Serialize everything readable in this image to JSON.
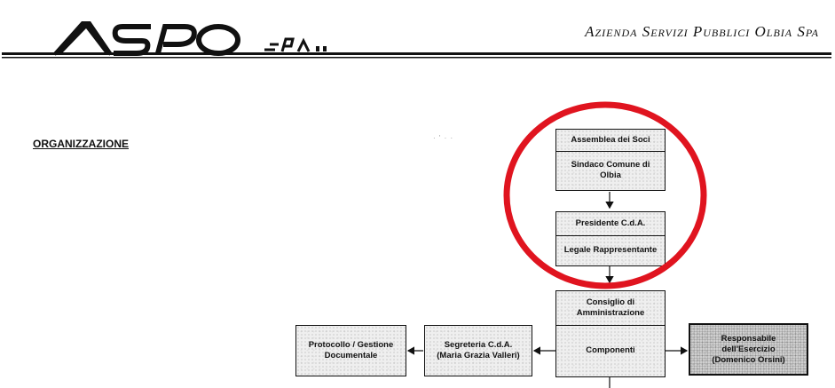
{
  "header": {
    "logo_text": "ASPO SpA",
    "company_name": "Azienda Servizi Pubblici Olbia Spa"
  },
  "section": {
    "title": "ORGANIZZAZIONE"
  },
  "org_chart": {
    "assemblea": {
      "title": "Assemblea dei Soci",
      "subtitle": "Sindaco Comune di\nOlbia"
    },
    "presidente": {
      "title": "Presidente C.d.A.",
      "subtitle": "Legale Rappresentante"
    },
    "consiglio": {
      "title": "Consiglio di\nAmministrazione",
      "subtitle": "Componenti"
    },
    "segreteria": {
      "label": "Segreteria C.d.A.\n(Maria Grazia Valleri)"
    },
    "protocollo": {
      "label": "Protocollo / Gestione\nDocumentale"
    },
    "responsabile": {
      "label": "Responsabile\ndell'Esercizio\n(Domenico Orsini)"
    }
  },
  "highlight": {
    "color": "#e0141f",
    "shape": "ellipse"
  },
  "colors": {
    "line": "#111111",
    "box_fill": "#efefef"
  }
}
